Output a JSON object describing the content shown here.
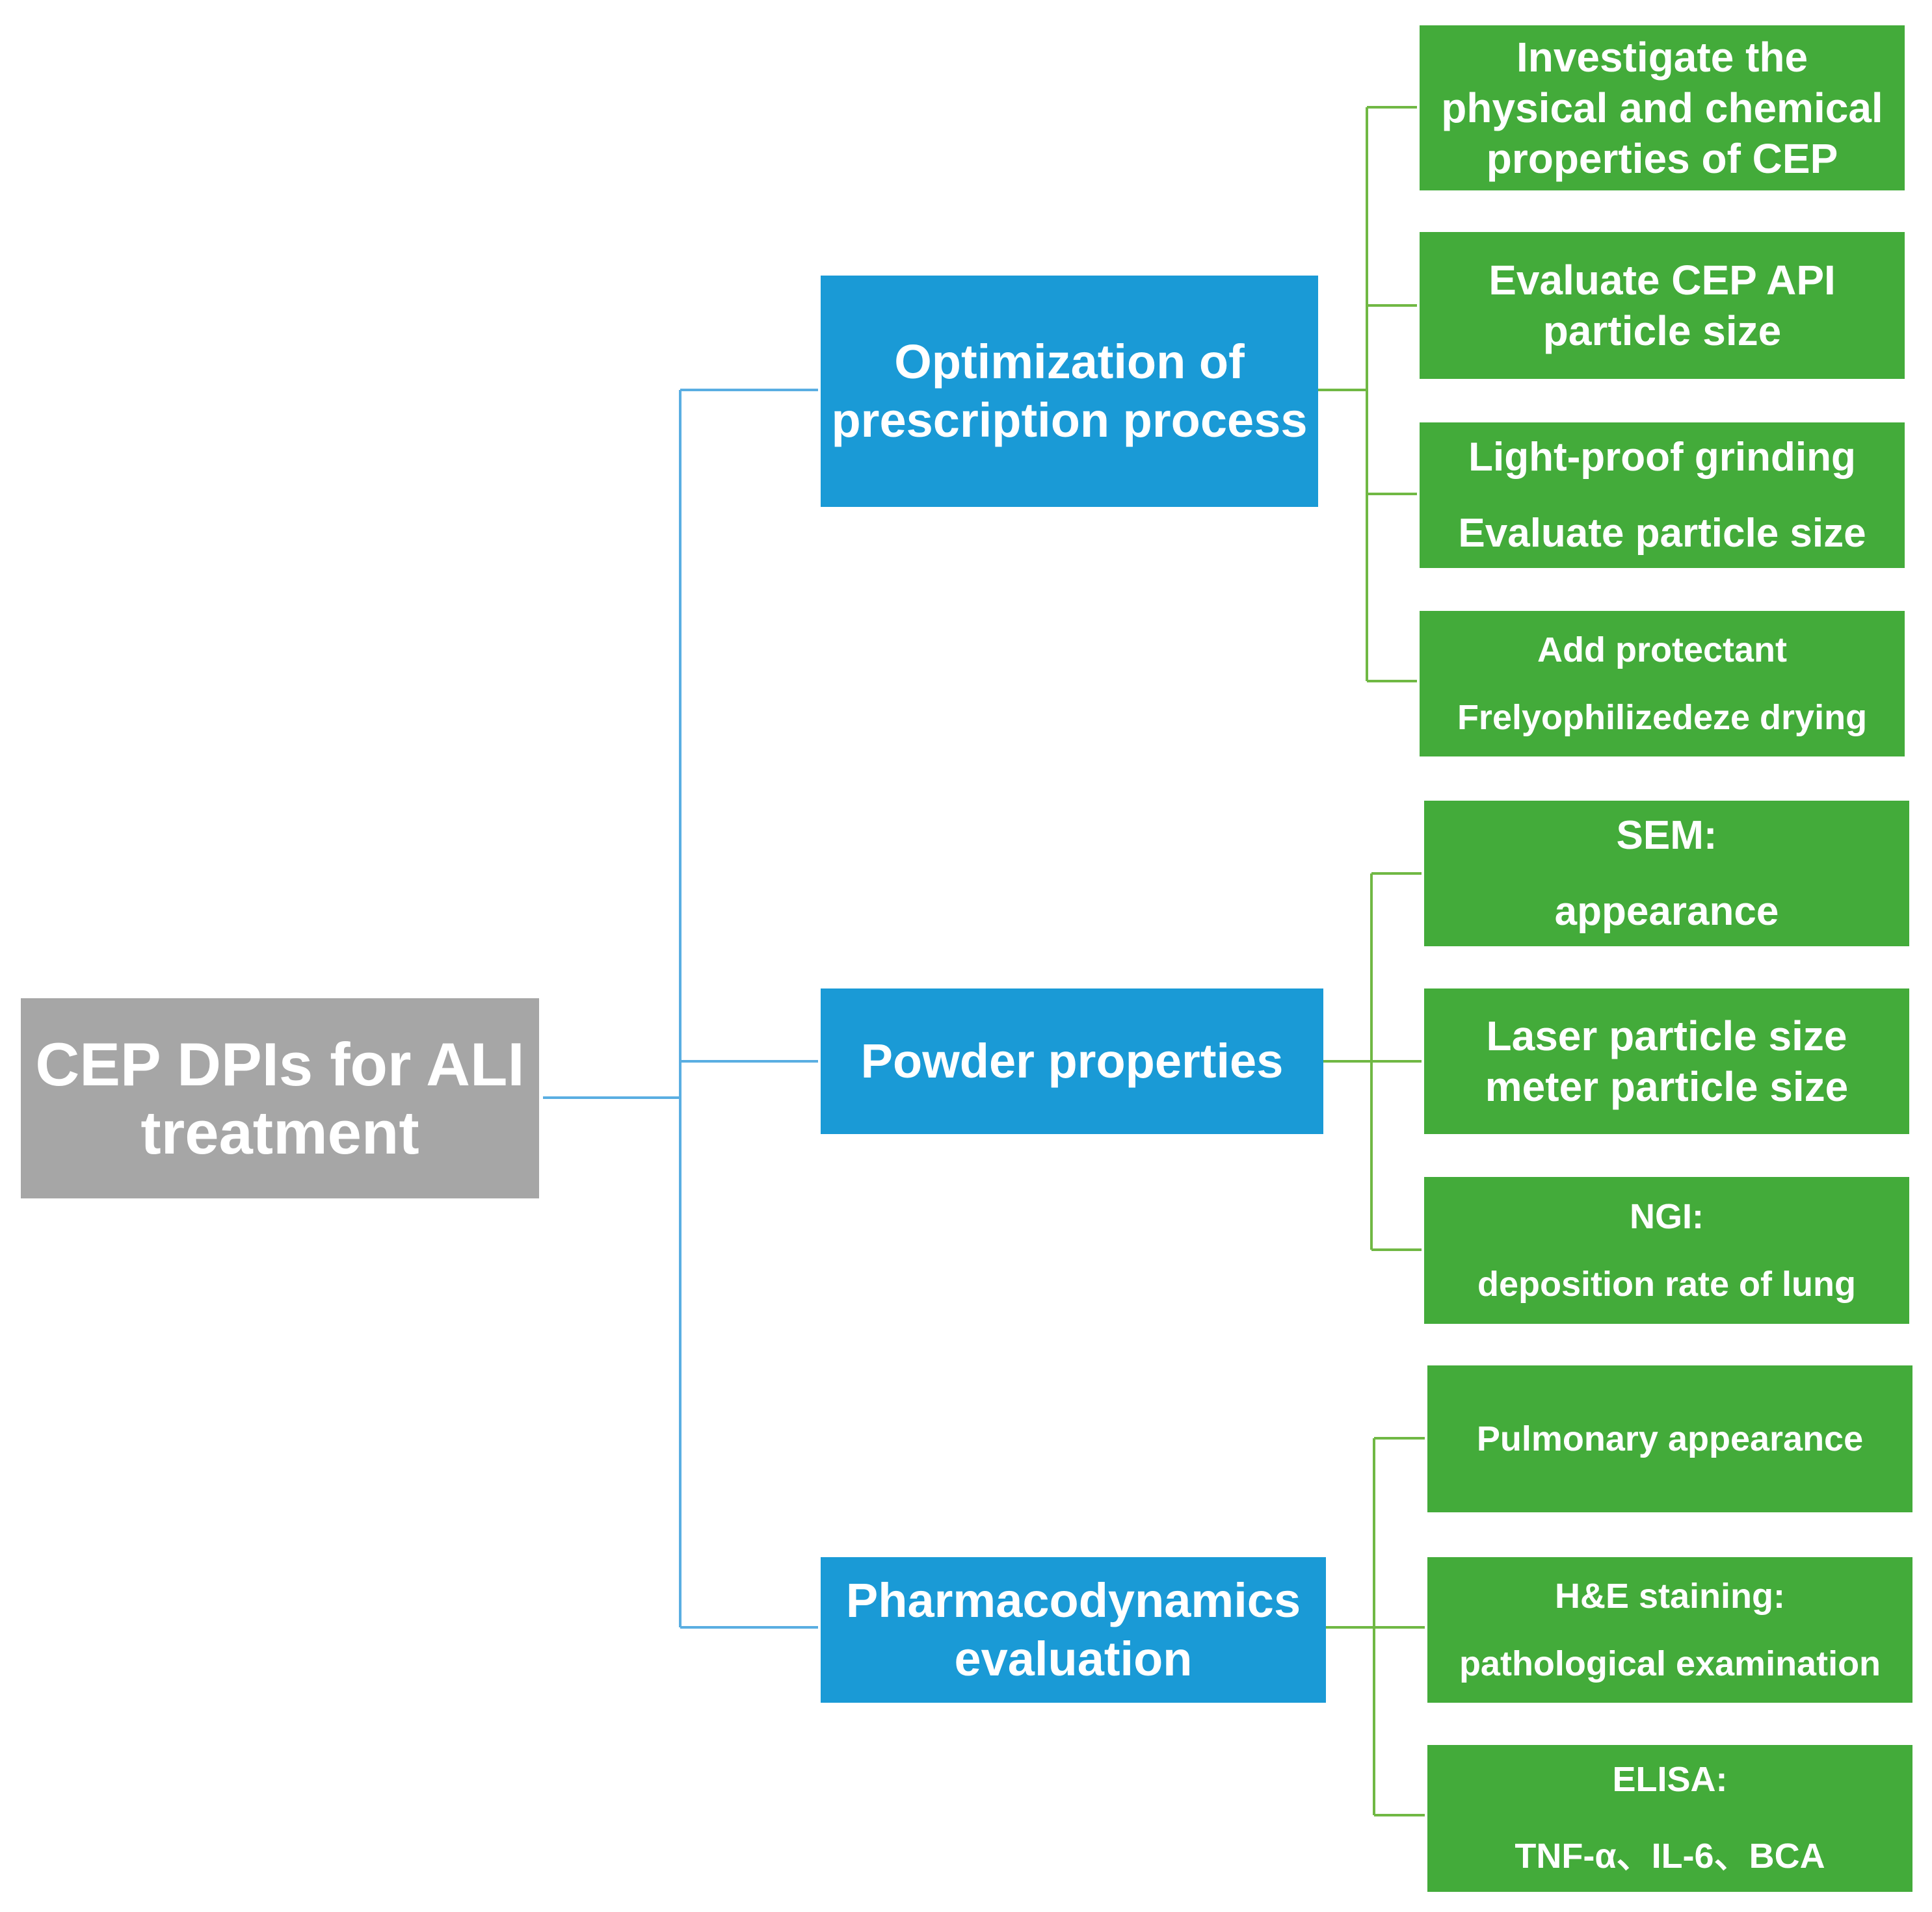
{
  "colors": {
    "root_fill": "#a6a6a6",
    "branch_fill": "#1a9ad6",
    "leaf_fill": "#43ab3a",
    "root_connector": "#5aaee2",
    "leaf_connector": "#70b844",
    "text": "#ffffff"
  },
  "root": {
    "lines": [
      "CEP DPIs for ALI",
      "treatment"
    ]
  },
  "branches": [
    {
      "lines": [
        "Optimization of",
        "prescription process"
      ],
      "children": [
        {
          "lines": [
            "Investigate the",
            "physical and chemical",
            "properties of CEP"
          ]
        },
        {
          "lines": [
            "Evaluate CEP API",
            "particle size"
          ]
        },
        {
          "lines": [
            "Light-proof grinding",
            "Evaluate particle size"
          ]
        },
        {
          "lines": [
            "Add protectant",
            "Frelyophilizedeze drying"
          ]
        }
      ]
    },
    {
      "lines": [
        "Powder properties"
      ],
      "children": [
        {
          "lines": [
            "SEM:",
            "appearance"
          ]
        },
        {
          "lines": [
            "Laser particle size",
            "meter particle size"
          ]
        },
        {
          "lines": [
            "NGI:",
            "deposition rate of lung"
          ]
        }
      ]
    },
    {
      "lines": [
        "Pharmacodynamics",
        "evaluation"
      ],
      "children": [
        {
          "lines": [
            "Pulmonary appearance"
          ]
        },
        {
          "lines": [
            "H&E staining:",
            "pathological examination"
          ]
        },
        {
          "lines": [
            "ELISA:",
            "TNF-α、IL-6、BCA"
          ]
        }
      ]
    }
  ]
}
